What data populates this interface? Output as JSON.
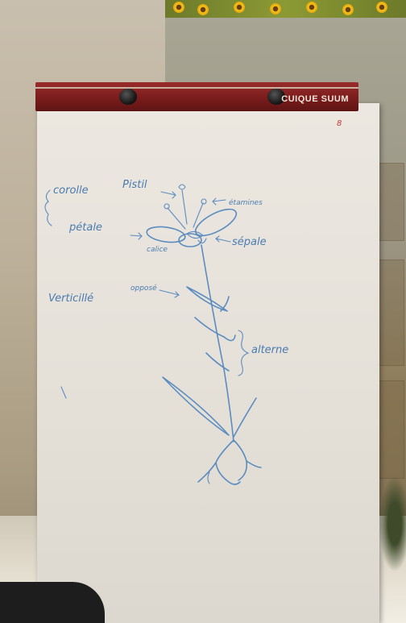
{
  "board": {
    "brand": "CUIQUE SUUM",
    "page_number": "8"
  },
  "labels": {
    "corolle": "corolle",
    "petale": "pétale",
    "pistil": "Pistil",
    "etamines": "étamines",
    "calice": "calice",
    "sepale": "sépale",
    "opposee": "opposé",
    "verticille": "Verticillé",
    "alterne": "alterne"
  },
  "colors": {
    "ink": "#5b8cc0",
    "board": "#e8e4dc",
    "header": "#8a2222"
  }
}
